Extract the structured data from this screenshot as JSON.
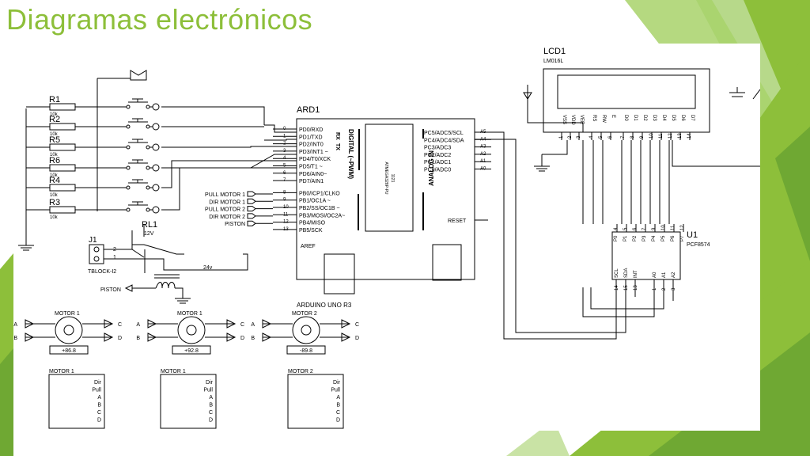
{
  "slide": {
    "title": "Diagramas electrónicos",
    "accent_color": "#8dbf3a",
    "accent_dark": "#5e9a2a"
  },
  "lcd": {
    "ref": "LCD1",
    "part": "LM016L",
    "pin_names": [
      "VSS",
      "VDD",
      "VEE",
      "RS",
      "RW",
      "E",
      "D0",
      "D1",
      "D2",
      "D3",
      "D4",
      "D5",
      "D6",
      "D7"
    ],
    "pin_numbers": [
      "1",
      "2",
      "3",
      "4",
      "5",
      "6",
      "7",
      "8",
      "9",
      "10",
      "11",
      "12",
      "13",
      "14"
    ]
  },
  "arduino": {
    "ref": "ARD1",
    "name": "ARDUINO UNO R3",
    "left_pins": [
      "PD0/RXD",
      "PD1/TXD",
      "PD2/INT0",
      "PD3/INT1 ~",
      "PD4/T0/XCK",
      "PD5/T1 ~",
      "PD6/AIN0~",
      "PD7/AIN1",
      "PB0/ICP1/CLKO",
      "PB1/OC1A ~",
      "PB2/SS/OC1B ~",
      "PB3/MOSI/OC2A~",
      "PB4/MISO",
      "PB5/SCK"
    ],
    "left_numbers": [
      "0",
      "1",
      "2",
      "3",
      "4",
      "5",
      "6",
      "7",
      "8",
      "9",
      "10",
      "11",
      "12",
      "13"
    ],
    "rx_label": "RX",
    "tx_label": "TX",
    "digital_label": "DIGITAL (~PWM)",
    "analog_label": "ANALOG IN",
    "chip_label": "ATMEGA328P-PU",
    "chip_number": "1121",
    "right_pins": [
      "PC5/ADC5/SCL",
      "PC4/ADC4/SDA",
      "PC3/ADC3",
      "PC2/ADC2",
      "PC1/ADC1",
      "PC0/ADC0"
    ],
    "right_numbers": [
      "A5",
      "A4",
      "A3",
      "A2",
      "A1",
      "A0"
    ],
    "reset": "RESET",
    "aref": "AREF"
  },
  "signals": [
    "PULL MOTOR 1",
    "DIR MOTOR 1",
    "PULL MOTOR 2",
    "DIR MOTOR 2",
    "PISTON"
  ],
  "resistors": [
    {
      "ref": "R1",
      "value": "10k"
    },
    {
      "ref": "R2",
      "value": "10k"
    },
    {
      "ref": "R5",
      "value": "10k"
    },
    {
      "ref": "R6",
      "value": "10k"
    },
    {
      "ref": "R4",
      "value": "10k"
    },
    {
      "ref": "R3",
      "value": "10k"
    }
  ],
  "relay": {
    "ref": "RL1",
    "voltage": "12V",
    "supply": "24v"
  },
  "terminal": {
    "ref": "J1",
    "part": "TBLOCK-I2",
    "pins": [
      "2",
      "1"
    ]
  },
  "piston_label": "PISTON",
  "expander": {
    "ref": "U1",
    "part": "PCF8574",
    "top_pins": [
      "P0",
      "P1",
      "P2",
      "P3",
      "P4",
      "P5",
      "P6",
      "P7"
    ],
    "top_numbers": [
      "4",
      "5",
      "6",
      "7",
      "9",
      "10",
      "11",
      "12"
    ],
    "bottom_pins": [
      "SCL",
      "SDA",
      "INT",
      "A0",
      "A1",
      "A2"
    ],
    "bottom_numbers": [
      "14",
      "15",
      "13",
      "1",
      "2",
      "3"
    ]
  },
  "motors": [
    {
      "name": "MOTOR 1",
      "reading": "+86.8",
      "pins": [
        "A",
        "B",
        "C",
        "D"
      ]
    },
    {
      "name": "MOTOR 1",
      "reading": "+92.8",
      "pins": [
        "A",
        "B",
        "C",
        "D"
      ]
    },
    {
      "name": "MOTOR 2",
      "reading": "-89.8",
      "pins": [
        "A",
        "B",
        "C",
        "D"
      ]
    }
  ],
  "controllers": [
    {
      "title": "MOTOR 1",
      "pins": [
        "Dir",
        "Pull",
        "A",
        "B",
        "C",
        "D"
      ]
    },
    {
      "title": "MOTOR 1",
      "pins": [
        "Dir",
        "Pull",
        "A",
        "B",
        "C",
        "D"
      ]
    },
    {
      "title": "MOTOR 2",
      "pins": [
        "Dir",
        "Pull",
        "A",
        "B",
        "C",
        "D"
      ]
    }
  ]
}
